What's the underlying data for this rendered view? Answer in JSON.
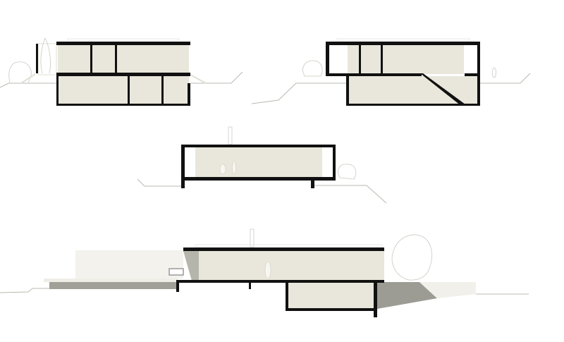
{
  "drawing": {
    "sections": [
      {
        "id": "section-1"
      },
      {
        "id": "section-2"
      },
      {
        "id": "section-3"
      },
      {
        "id": "section-4"
      }
    ]
  },
  "colors": {
    "background": "#ffffff",
    "structure": "#111111",
    "interior_fill": "#e9e7db",
    "terrace_fill": "#f3f2ec",
    "ground_line": "#b8b8b0",
    "earth_shadow": "#9c9c94",
    "vegetation_outline": "#c8c8c0"
  }
}
